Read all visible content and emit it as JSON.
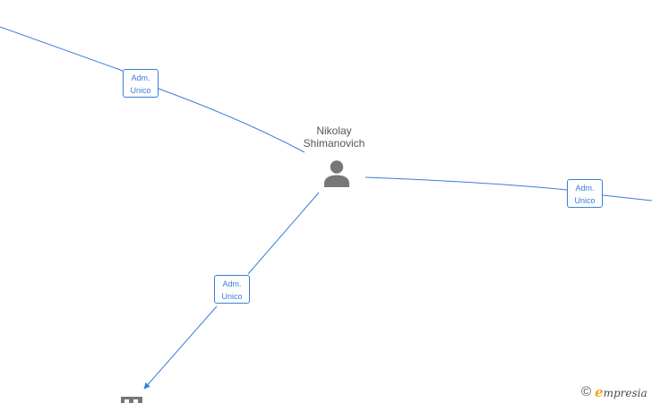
{
  "center_person": {
    "name_line1": "Nikolay",
    "name_line2": "Shimanovich",
    "icon": "person-icon"
  },
  "edges": [
    {
      "label_line1": "Adm.",
      "label_line2": "Unico",
      "target": "upper-left-node"
    },
    {
      "label_line1": "Adm.",
      "label_line2": "Unico",
      "target": "right-node"
    },
    {
      "label_line1": "Adm.",
      "label_line2": "Unico",
      "target": "lower-left-company"
    }
  ],
  "footer": {
    "copyright_symbol": "©",
    "brand_initial": "e",
    "brand_rest": "mpresia"
  },
  "colors": {
    "edge": "#3b7dd8",
    "icon": "#777777",
    "name_text": "#555555",
    "brand_accent": "#f0a81e"
  }
}
